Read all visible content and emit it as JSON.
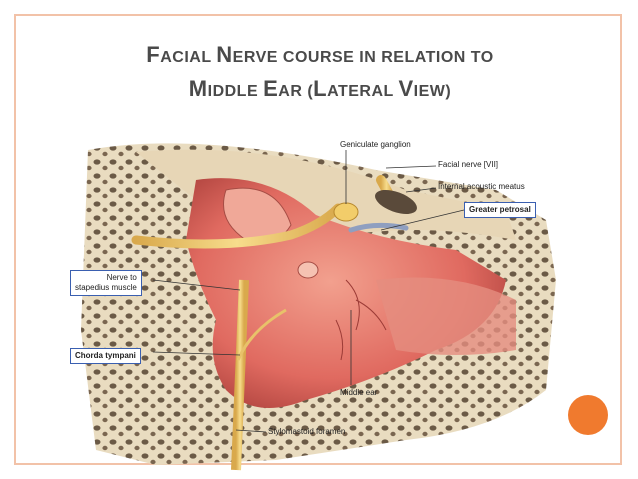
{
  "slide": {
    "title_line_1": {
      "cap1": "F",
      "rest1": "ACIAL ",
      "cap2": "N",
      "rest2": "ERVE COURSE IN RELATION TO"
    },
    "title_line_2": {
      "cap1": "M",
      "rest1": "IDDLE ",
      "cap2": "E",
      "rest2": "AR (",
      "cap3": "L",
      "rest3": "ATERAL ",
      "cap4": "V",
      "rest4": "IEW)"
    }
  },
  "figure": {
    "labels": {
      "geniculate_ganglion": "Geniculate ganglion",
      "facial_nerve": "Facial nerve [VII]",
      "internal_acoustic_meatus": "Internal acoustic meatus",
      "greater_petrosal": "Greater petrosal",
      "nerve_to_stapedius_1": "Nerve to",
      "nerve_to_stapedius_2": "stapedius muscle",
      "chorda_tympani": "Chorda tympani",
      "middle_ear": "Middle ear",
      "stylomastoid_foramen": "Stylomastoid foramen"
    }
  },
  "colors": {
    "frame_border": "#f2c2a8",
    "title_text": "#4a4a4a",
    "accent_dot": "#f07a2e",
    "label_box_border": "#3a5fb0",
    "bone": "#e9dcc0",
    "mucosa": "#e4736a",
    "nerve": "#f1cf7a"
  }
}
